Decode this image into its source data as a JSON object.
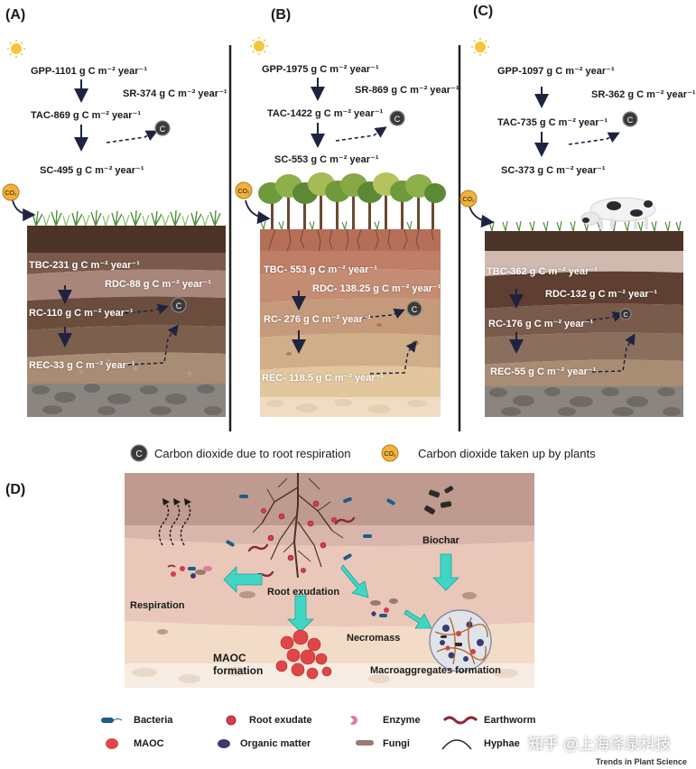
{
  "panels": {
    "a": {
      "letter": "(A)",
      "gpp": "GPP-1101 g C m⁻² year⁻¹",
      "sr": "SR-374 g C m⁻² year⁻¹",
      "tac": "TAC-869 g C m⁻² year⁻¹",
      "sc": "SC-495 g C m⁻² year⁻¹",
      "tbc": "TBC-231 g C m⁻² year⁻¹",
      "rdc": "RDC-88 g C m⁻² year⁻¹",
      "rc": "RC-110 g C m⁻² year⁻¹",
      "rec": "REC-33 g C m⁻² year⁻¹"
    },
    "b": {
      "letter": "(B)",
      "gpp": "GPP-1975 g C m⁻² year⁻¹",
      "sr": "SR-869 g C m⁻² year⁻¹",
      "tac": "TAC-1422 g C m⁻² year⁻¹",
      "sc": "SC-553 g C m⁻² year⁻¹",
      "tbc": "TBC- 553 g C m⁻² year⁻¹",
      "rdc": "RDC- 138.25 g C m⁻² year⁻¹",
      "rc": "RC- 276 g C m⁻² year⁻¹",
      "rec": "REC- 118.5 g C m⁻² year⁻¹"
    },
    "c": {
      "letter": "(C)",
      "gpp": "GPP-1097 g C m⁻² year⁻¹",
      "sr": "SR-362 g C m⁻² year⁻¹",
      "tac": "TAC-735 g C m⁻² year⁻¹",
      "sc": "SC-373 g C m⁻² year⁻¹",
      "tbc": "TBC-362 g C m⁻² year⁻¹",
      "rdc": "RDC-132 g C m⁻² year⁻¹",
      "rc": "RC-176 g C m⁻² year⁻¹",
      "rec": "REC-55 g C m⁻² year⁻¹"
    },
    "d": {
      "letter": "(D)",
      "respiration": "Respiration",
      "root_exudation": "Root exudation",
      "biochar": "Biochar",
      "necromass": "Necromass",
      "maoc_formation": "MAOC formation",
      "macroaggregates": "Macroaggregates formation"
    }
  },
  "symbols": {
    "carbon": "C",
    "co2": "CO₂"
  },
  "legend": {
    "c_text": "Carbon dioxide due to root respiration",
    "co2_text": "Carbon dioxide taken up by plants"
  },
  "key": {
    "bacteria": "Bacteria",
    "root_exudate": "Root exudate",
    "enzyme": "Enzyme",
    "earthworm": "Earthworm",
    "maoc": "MAOC",
    "organic_matter": "Organic matter",
    "fungi": "Fungi",
    "hyphae": "Hyphae"
  },
  "credit": "Trends in Plant Science",
  "watermark": "知乎 @上海泽泉科技",
  "colors": {
    "arrow_dark": "#1f2340",
    "teal_arrow": "#3fd6c4",
    "sun": "#f5c63c",
    "carbon_badge": "#3a3a3a",
    "co2_badge": "#f3b13c"
  }
}
